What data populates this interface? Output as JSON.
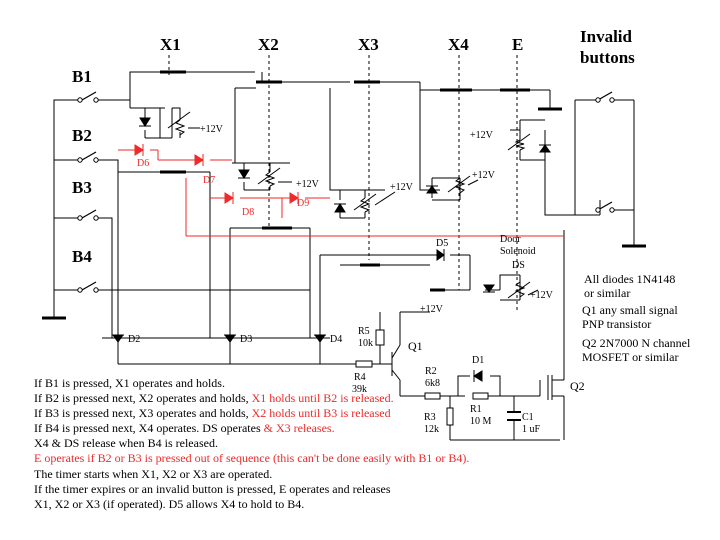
{
  "relays": {
    "x1": "X1",
    "x2": "X2",
    "x3": "X3",
    "x4": "X4",
    "e": "E"
  },
  "invalid_buttons": [
    "Invalid",
    "buttons"
  ],
  "buttons": {
    "b1": "B1",
    "b2": "B2",
    "b3": "B3",
    "b4": "B4"
  },
  "supply": "+12V",
  "diodes": {
    "d1": "D1",
    "d2": "D2",
    "d3": "D3",
    "d4": "D4",
    "d5": "D5",
    "d6": "D6",
    "d7": "D7",
    "d8": "D8",
    "d9": "D9"
  },
  "door_solenoid": [
    "Door",
    "Solenoid",
    "DS"
  ],
  "transistors": {
    "q1": "Q1",
    "q2": "Q2"
  },
  "resistors": {
    "r1": [
      "R1",
      "10 M"
    ],
    "r2": [
      "R2",
      "6k8"
    ],
    "r3": [
      "R3",
      "12k"
    ],
    "r4": [
      "R4",
      "39k"
    ],
    "r5": [
      "R5",
      "10k"
    ]
  },
  "capacitor": [
    "C1",
    "1 uF"
  ],
  "parts_notes": [
    [
      "All diodes 1N4148",
      " or similar"
    ],
    [
      "Q1 any small signal",
      "PNP transistor"
    ],
    [
      "Q2 2N7000 N channel",
      "MOSFET or similar"
    ]
  ],
  "description": [
    {
      "black": "If B1 is pressed, X1 operates and holds.",
      "red": ""
    },
    {
      "black": "If B2 is pressed next, X2 operates and holds, ",
      "red": "X1 holds until B2 is released."
    },
    {
      "black": "If B3 is pressed next, X3 operates and holds, ",
      "red": "X2 holds until B3 is released"
    },
    {
      "black": "If B4 is pressed next, X4 operates.  DS operates ",
      "red": "& X3 releases."
    },
    {
      "black": "X4 & DS release when B4 is released.",
      "red": ""
    },
    {
      "black": "",
      "red": "E operates if B2 or B3 is pressed out of sequence (this can't be done easily with B1 or B4)."
    },
    {
      "black": "The timer starts when X1, X2 or X3 are operated.",
      "red": ""
    },
    {
      "black": "If the timer expires or an invalid button is pressed, E operates and releases",
      "red": ""
    },
    {
      "black": "X1, X2 or X3 (if operated).  D5 allows X4 to hold to B4.",
      "red": ""
    }
  ],
  "colors": {
    "wire": "#000000",
    "highlight": "#ee2a2a"
  }
}
